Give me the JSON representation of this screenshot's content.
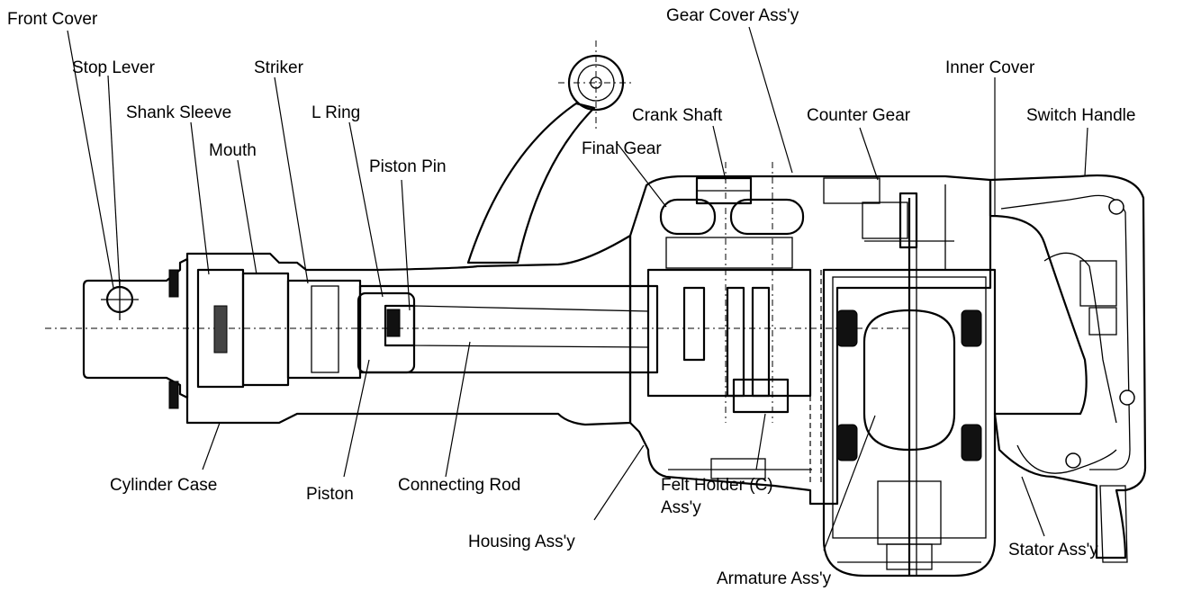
{
  "labels": {
    "front_cover": "Front Cover",
    "stop_lever": "Stop Lever",
    "shank_sleeve": "Shank Sleeve",
    "mouth": "Mouth",
    "striker": "Striker",
    "l_ring": "L Ring",
    "piston_pin": "Piston Pin",
    "crank_shaft": "Crank Shaft",
    "final_gear": "Final Gear",
    "gear_cover": "Gear Cover Ass'y",
    "counter_gear": "Counter Gear",
    "inner_cover": "Inner Cover",
    "switch_handle": "Switch Handle",
    "cylinder_case": "Cylinder Case",
    "piston": "Piston",
    "connecting_rod": "Connecting Rod",
    "housing": "Housing Ass'y",
    "felt_holder_line1": "Felt Holder (C)",
    "felt_holder_line2": "Ass'y",
    "armature": "Armature Ass'y",
    "stator": "Stator Ass'y"
  }
}
